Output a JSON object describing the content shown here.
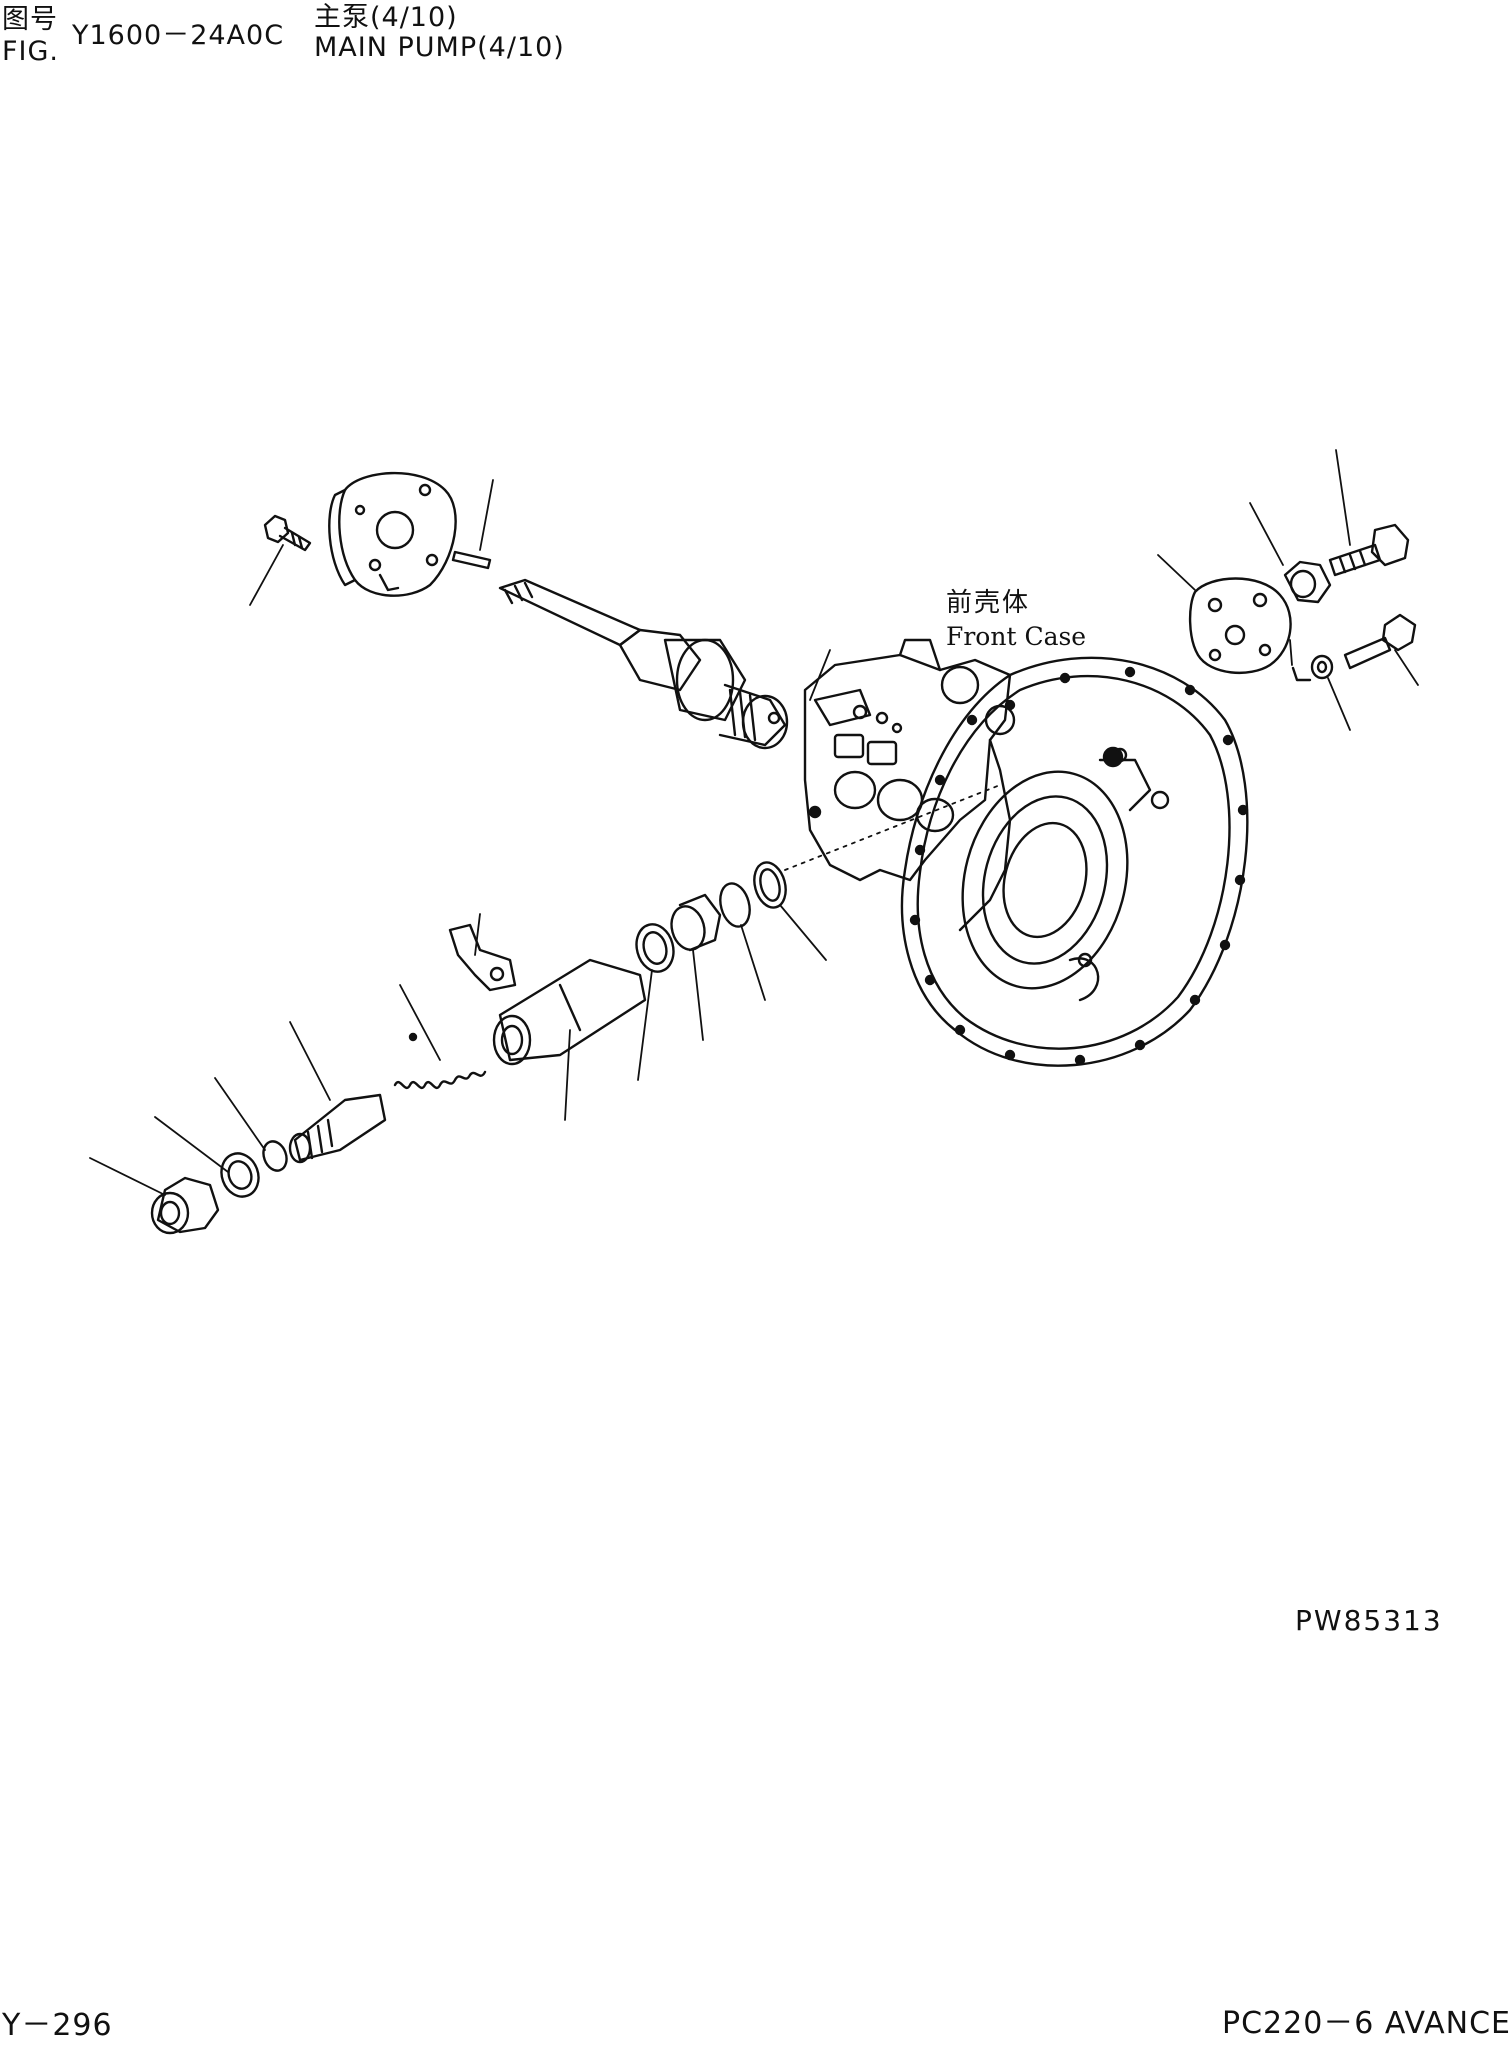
{
  "header": {
    "fig_cn": "图号",
    "fig_en": "FIG.",
    "fig_number": "Y1600－24A0C",
    "title_cn": "主泵(4/10)",
    "title_en": "MAIN PUMP(4/10)"
  },
  "diagram": {
    "callout_cn": "前壳体",
    "callout_en": "Front Case",
    "illustration_code": "PW85313"
  },
  "footer": {
    "page": "Y－296",
    "model": "PC220－6 AVANCE"
  },
  "colors": {
    "ink": "#111111",
    "paper": "#ffffff"
  }
}
